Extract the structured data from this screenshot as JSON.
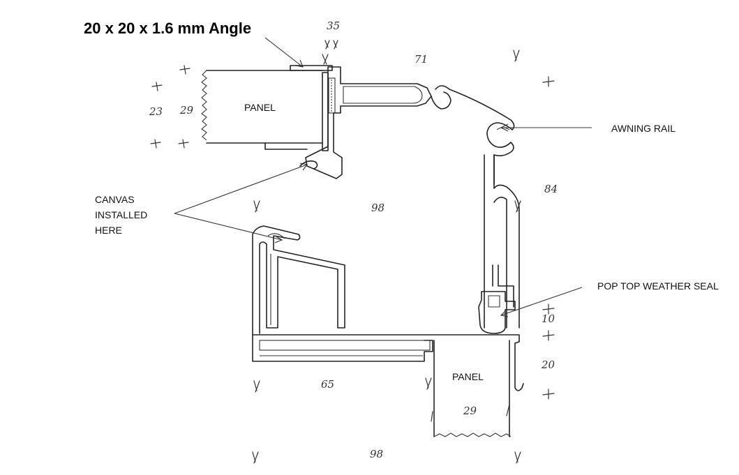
{
  "diagram": {
    "title": "20 x 20 x 1.6 mm Angle",
    "labels": {
      "panel_top": "PANEL",
      "panel_bottom": "PANEL",
      "awning_rail": "AWNING RAIL",
      "canvas_line1": "CANVAS",
      "canvas_line2": "INSTALLED",
      "canvas_line3": "HERE",
      "pop_top_seal": "POP TOP WEATHER SEAL"
    },
    "dimensions": {
      "top_35": "35",
      "top_71": "71",
      "left_23": "23",
      "left_29": "29",
      "center_98": "98",
      "right_84": "84",
      "right_10": "10",
      "right_20": "20",
      "bottom_65": "65",
      "bottom_29": "29",
      "bottom_98": "98"
    }
  }
}
